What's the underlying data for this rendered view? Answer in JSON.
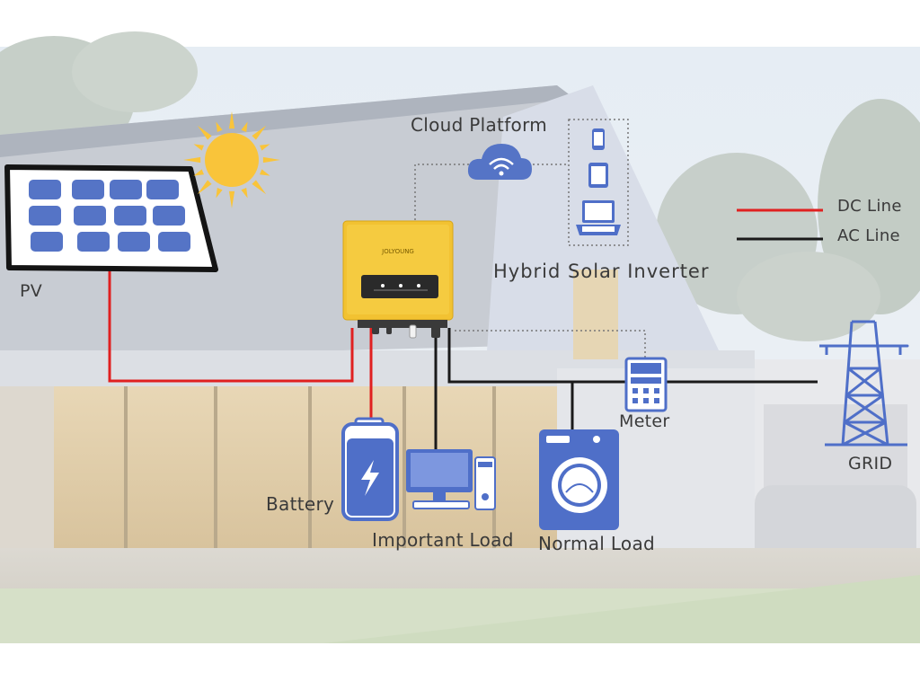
{
  "labels": {
    "pv": "PV",
    "cloud_platform": "Cloud Platform",
    "hybrid_inverter": "Hybrid Solar Inverter",
    "dc_line": "DC Line",
    "ac_line": "AC Line",
    "meter": "Meter",
    "grid": "GRID",
    "battery": "Battery",
    "important_load": "Important Load",
    "normal_load": "Normal Load"
  },
  "inverter_brand": "JOLYOUNG",
  "colors": {
    "dc_line": "#e02020",
    "ac_line": "#1a1a1a",
    "inverter_body": "#f2c232",
    "icon_blue": "#4f6fc8",
    "sun": "#f9c43a"
  },
  "icons": [
    "solar-panel-icon",
    "sun-icon",
    "cloud-wifi-icon",
    "phone-icon",
    "tablet-icon",
    "laptop-icon",
    "inverter-icon",
    "battery-icon",
    "computer-icon",
    "washing-machine-icon",
    "meter-icon",
    "transmission-tower-icon"
  ]
}
